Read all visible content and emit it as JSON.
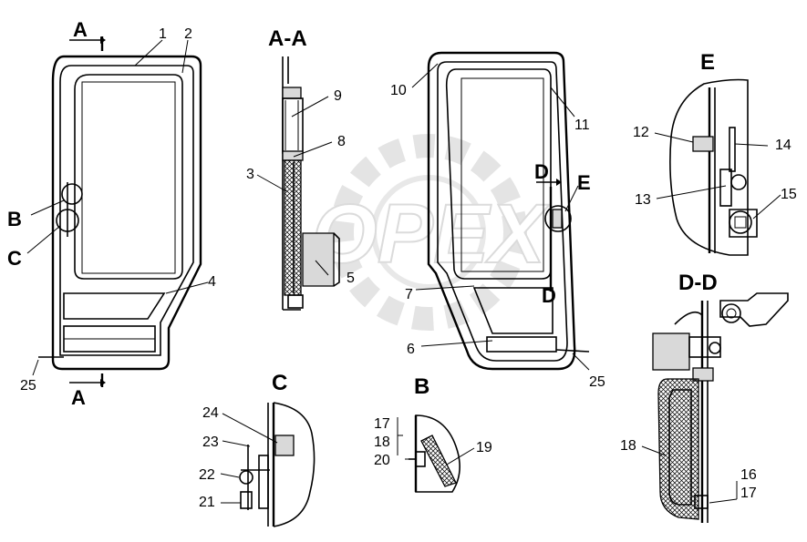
{
  "watermark": {
    "text": "OPEX"
  },
  "views": {
    "aa": "A-A",
    "b": "B",
    "c": "C",
    "dd": "D-D",
    "e": "E"
  },
  "section_markers": {
    "a_top": "A",
    "a_bottom": "A",
    "b_ref": "B",
    "c_ref": "C",
    "d_top": "D",
    "d_bottom": "D",
    "e_ref": "E"
  },
  "callouts": {
    "n1": "1",
    "n2": "2",
    "n3": "3",
    "n4": "4",
    "n5": "5",
    "n6": "6",
    "n7": "7",
    "n8": "8",
    "n9": "9",
    "n10": "10",
    "n11": "11",
    "n12": "12",
    "n13": "13",
    "n14": "14",
    "n15": "15",
    "n16": "16",
    "n17a": "17",
    "n17b": "17",
    "n18a": "18",
    "n18b": "18",
    "n19": "19",
    "n20": "20",
    "n21": "21",
    "n22": "22",
    "n23": "23",
    "n24": "24",
    "n25a": "25",
    "n25b": "25"
  }
}
